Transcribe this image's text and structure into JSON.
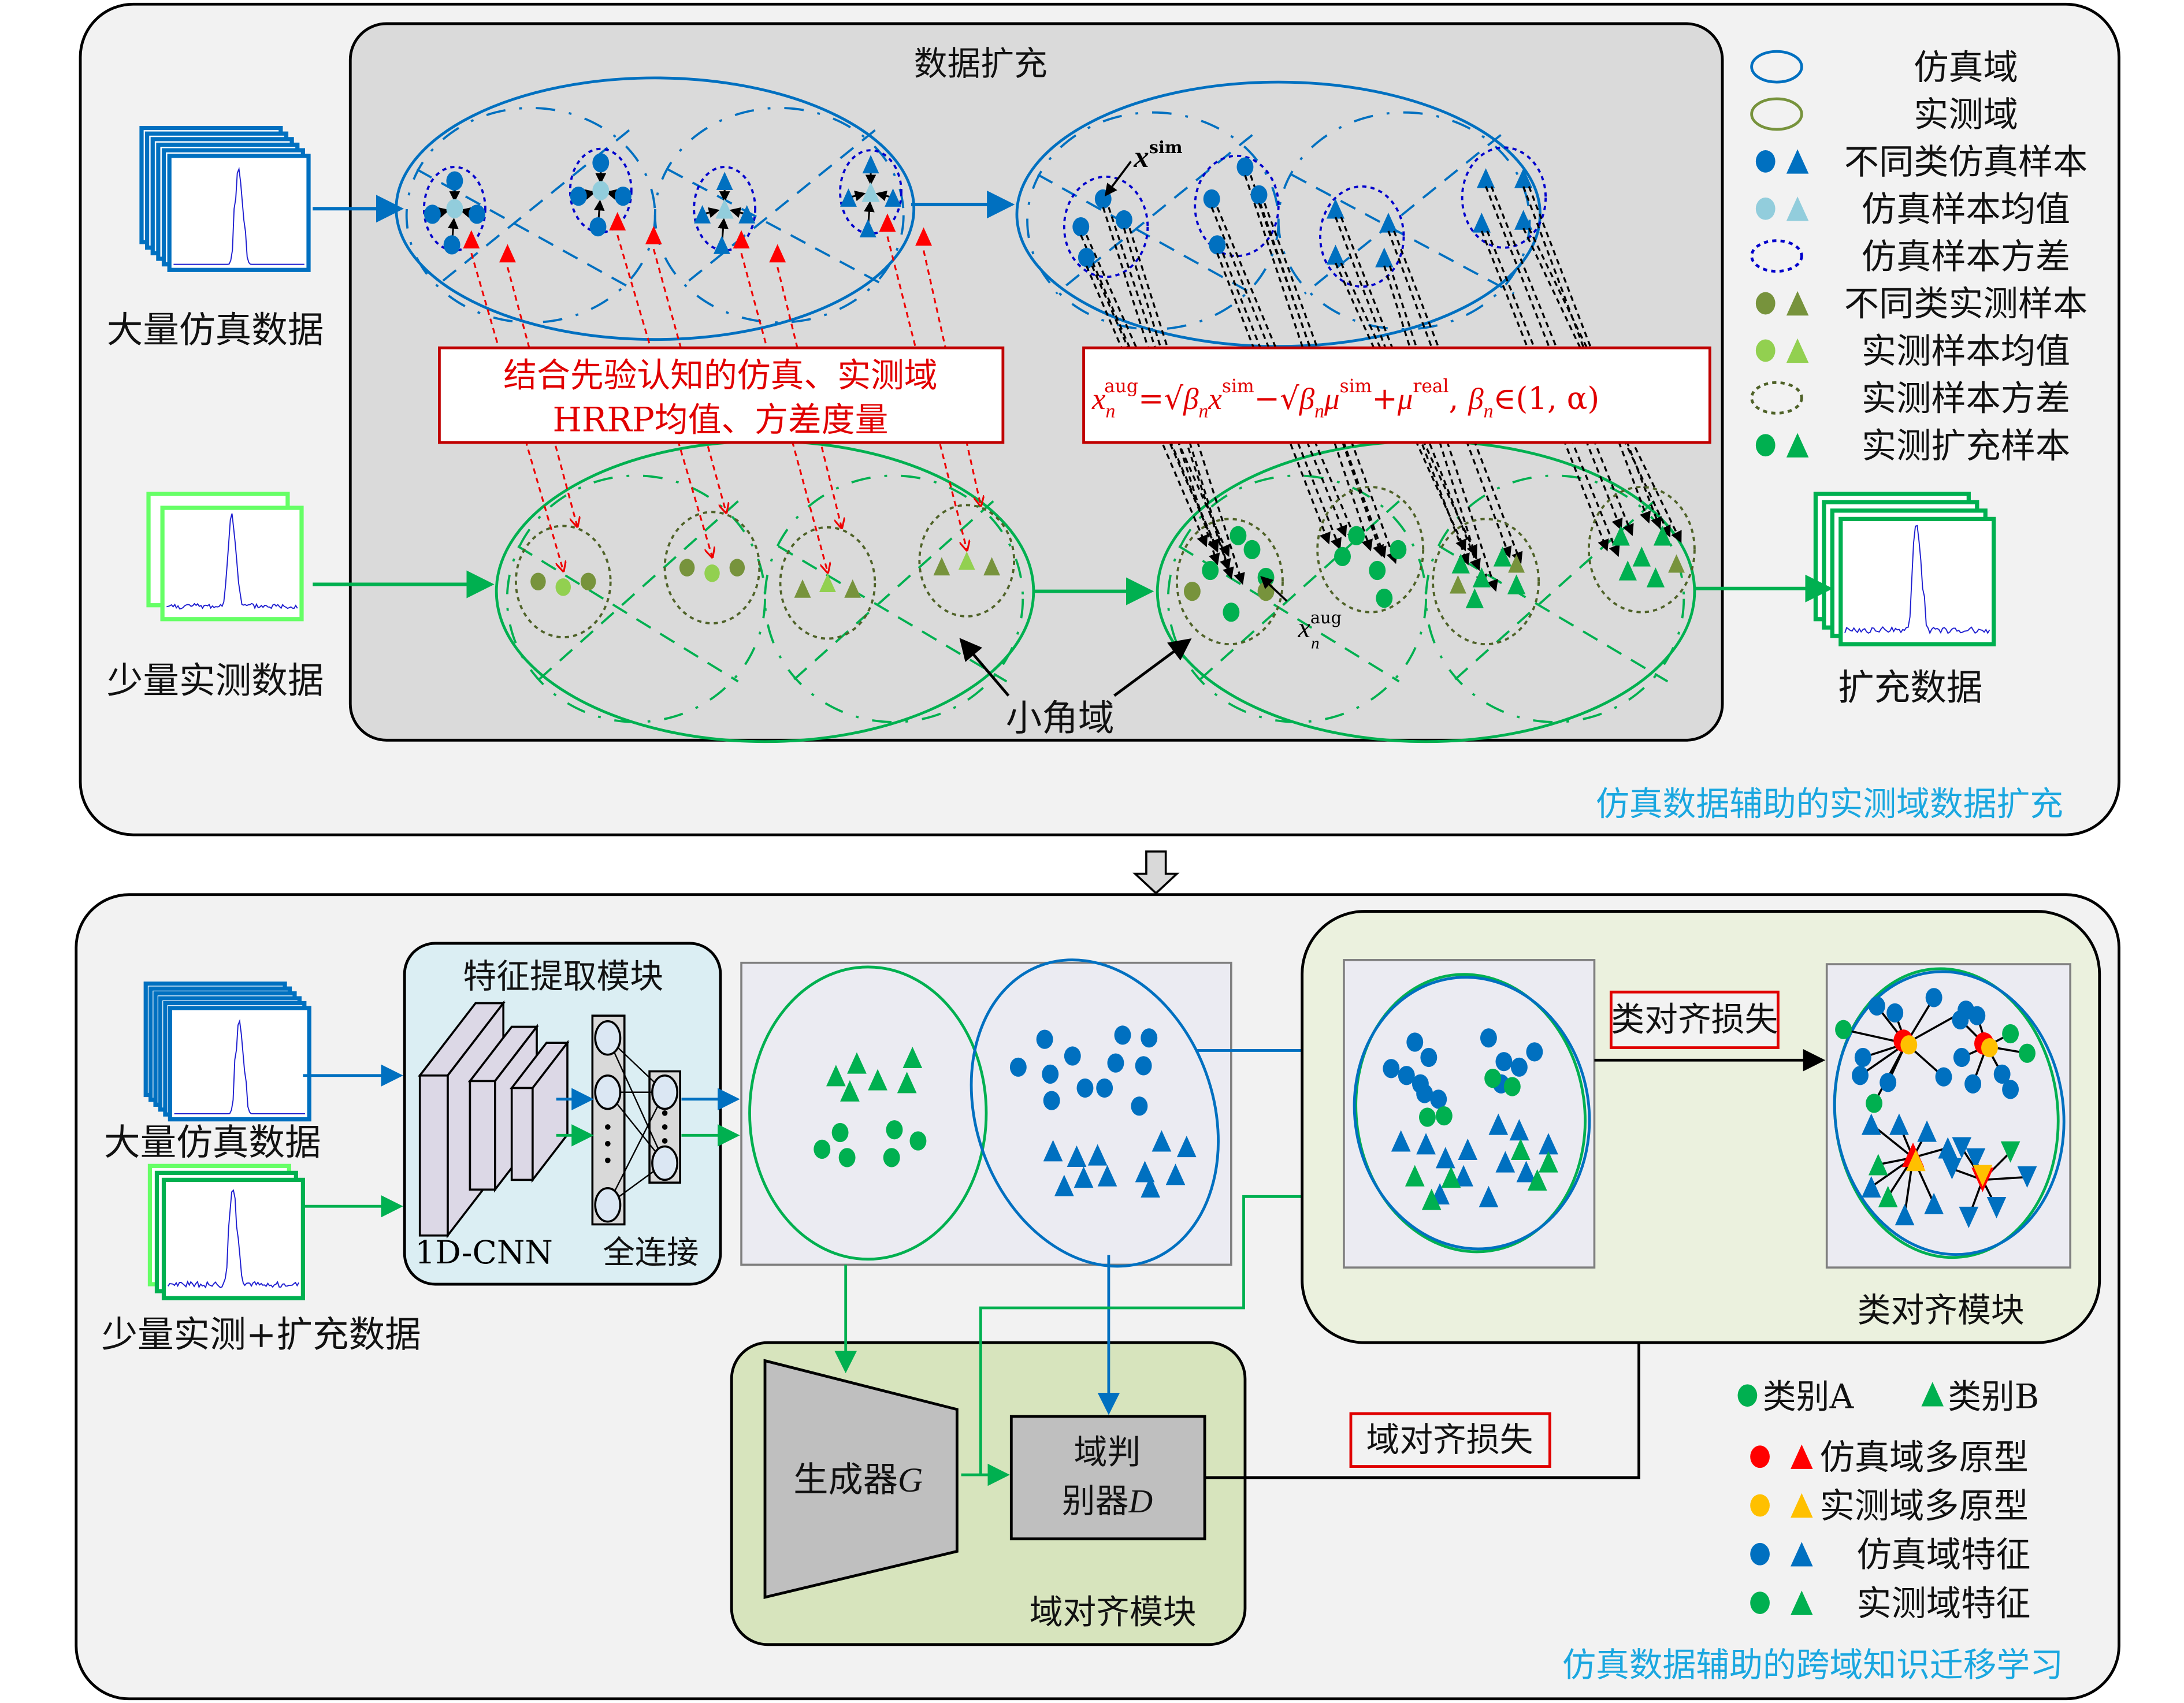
{
  "top_panel": {
    "title": "仿真数据辅助的实测域数据扩充",
    "augment_box_title": "数据扩充",
    "input_sim_label": "大量仿真数据",
    "input_real_label": "少量实测数据",
    "output_label": "扩充数据",
    "prior_box_line1": "结合先验认知的仿真、实测域",
    "prior_box_line2": "HRRP均值、方差度量",
    "small_angle_label": "小角域",
    "x_sim_label": "x",
    "x_sim_sup": "sim",
    "x_aug_label": "x",
    "x_aug_sup": "aug",
    "x_aug_sub": "n",
    "formula": {
      "lhs": "x",
      "lhs_sub": "n",
      "lhs_sup": "aug",
      "eq": "=",
      "term1_coef": "β",
      "term1_coef_sub": "n",
      "term1_var": "x",
      "term1_sup": "sim",
      "minus": "−",
      "term2_coef": "β",
      "term2_coef_sub": "n",
      "term2_var": "μ",
      "term2_sup": "sim",
      "plus": "+",
      "term3_var": "μ",
      "term3_sup": "real",
      "comma": ",",
      "cond_var": "β",
      "cond_sub": "n",
      "cond_rest": "∈(1, α)"
    },
    "legend": [
      {
        "icon": "ellipse-solid-blue",
        "label": "仿真域"
      },
      {
        "icon": "ellipse-solid-olive",
        "label": "实测域"
      },
      {
        "icon": "circle-triangle-blue",
        "label": "不同类仿真样本"
      },
      {
        "icon": "circle-triangle-lightblue",
        "label": "仿真样本均值"
      },
      {
        "icon": "ellipse-dotted-blue",
        "label": "仿真样本方差"
      },
      {
        "icon": "circle-triangle-olive",
        "label": "不同类实测样本"
      },
      {
        "icon": "circle-triangle-lightgreen",
        "label": "实测样本均值"
      },
      {
        "icon": "ellipse-dotted-darkgreen",
        "label": "实测样本方差"
      },
      {
        "icon": "circle-triangle-green",
        "label": "实测扩充样本"
      }
    ]
  },
  "bottom_panel": {
    "title": "仿真数据辅助的跨域知识迁移学习",
    "input_sim_label": "大量仿真数据",
    "input_real_label": "少量实测+扩充数据",
    "feature_module_title": "特征提取模块",
    "cnn_label": "1D-CNN",
    "fc_label": "全连接",
    "domain_module_title": "域对齐模块",
    "generator_label": "生成器",
    "generator_var": "G",
    "discriminator_line1": "域判",
    "discriminator_line2": "别器",
    "discriminator_var": "D",
    "domain_loss_label": "域对齐损失",
    "class_module_title": "类对齐模块",
    "class_loss_label": "类对齐损失",
    "legend": [
      {
        "icon": "circle-green",
        "label": "类别A"
      },
      {
        "icon": "triangle-green",
        "label": "类别B"
      },
      {
        "icon": "circle-triangle-red",
        "label": "仿真域多原型"
      },
      {
        "icon": "circle-triangle-yellow",
        "label": "实测域多原型"
      },
      {
        "icon": "circle-triangle-blue",
        "label": "仿真域特征"
      },
      {
        "icon": "circle-triangle-green",
        "label": "实测域特征"
      }
    ]
  },
  "colors": {
    "sim_blue": "#0070c0",
    "sim_mean": "#92cddc",
    "variance_blue": "#0000cc",
    "real_olive": "#77933c",
    "real_mean": "#92d050",
    "variance_green": "#4f6228",
    "aug_green": "#00b050",
    "proto_red": "#ff0000",
    "proto_yellow": "#ffc000",
    "title_blue": "#1aa7e0",
    "loss_border": "#e00000"
  }
}
